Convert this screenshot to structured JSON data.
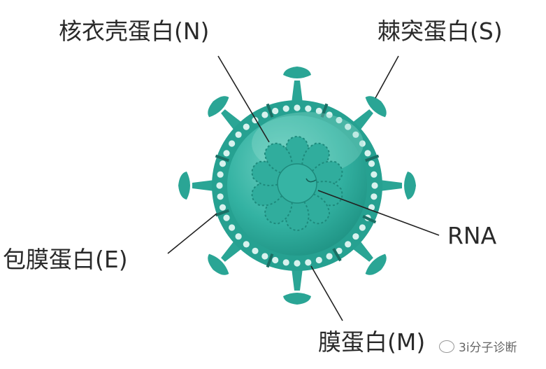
{
  "labels": {
    "nucleocapsid": "核衣壳蛋白(N)",
    "spike": "棘突蛋白(S)",
    "rna": "RNA",
    "envelope": "包膜蛋白(E)",
    "membrane": "膜蛋白(M)"
  },
  "watermark": "3i分子诊断",
  "colors": {
    "body": "#2bab9b",
    "body_light": "#5cc8b8",
    "membrane": "#239a8b",
    "dots": "#d8f2ee",
    "leader": "#222222"
  }
}
